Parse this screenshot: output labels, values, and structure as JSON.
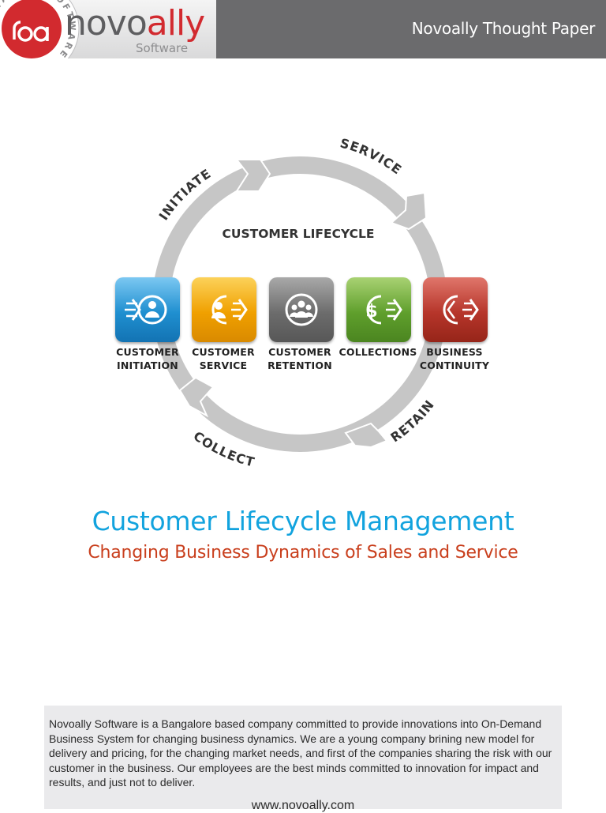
{
  "header": {
    "logo": {
      "word_start": "novo",
      "word_end": "ally",
      "tagline": "Software",
      "seal_text": "NOVALLY · SOFTWARE ·",
      "colors": {
        "brand_red": "#d22a2f",
        "brand_grey": "#5e5e60"
      }
    },
    "paper_label": "Novoally Thought Paper"
  },
  "diagram": {
    "center_label": "CUSTOMER LIFECYCLE",
    "arc_labels": {
      "initiate": "INITIATE",
      "service": "SERVICE",
      "retain": "RETAIN",
      "collect": "COLLECT"
    },
    "stages": [
      {
        "label": "CUSTOMER\nINITIATION",
        "icon": "customer-initiation-icon",
        "color": "#1f8fd0"
      },
      {
        "label": "CUSTOMER\nSERVICE",
        "icon": "customer-service-icon",
        "color": "#f0a000"
      },
      {
        "label": "CUSTOMER\nRETENTION",
        "icon": "customer-retention-icon",
        "color": "#6c6c6c"
      },
      {
        "label": "COLLECTIONS",
        "icon": "collections-icon",
        "color": "#5f9f2c"
      },
      {
        "label": "BUSINESS\nCONTINUITY",
        "icon": "business-continuity-icon",
        "color": "#b6352a"
      }
    ]
  },
  "title": "Customer Lifecycle Management",
  "subtitle": "Changing Business Dynamics of Sales and Service",
  "about": {
    "text": "Novoally Software is a Bangalore based company committed to provide innovations into On-Demand Business System for changing business dynamics. We are a young company brining new model for delivery and pricing, for the changing market needs, and first of the companies sharing the risk with our customer in the business. Our employees are the best minds committed to innovation for impact and results, and just not to deliver.",
    "url": "www.novoally.com"
  }
}
